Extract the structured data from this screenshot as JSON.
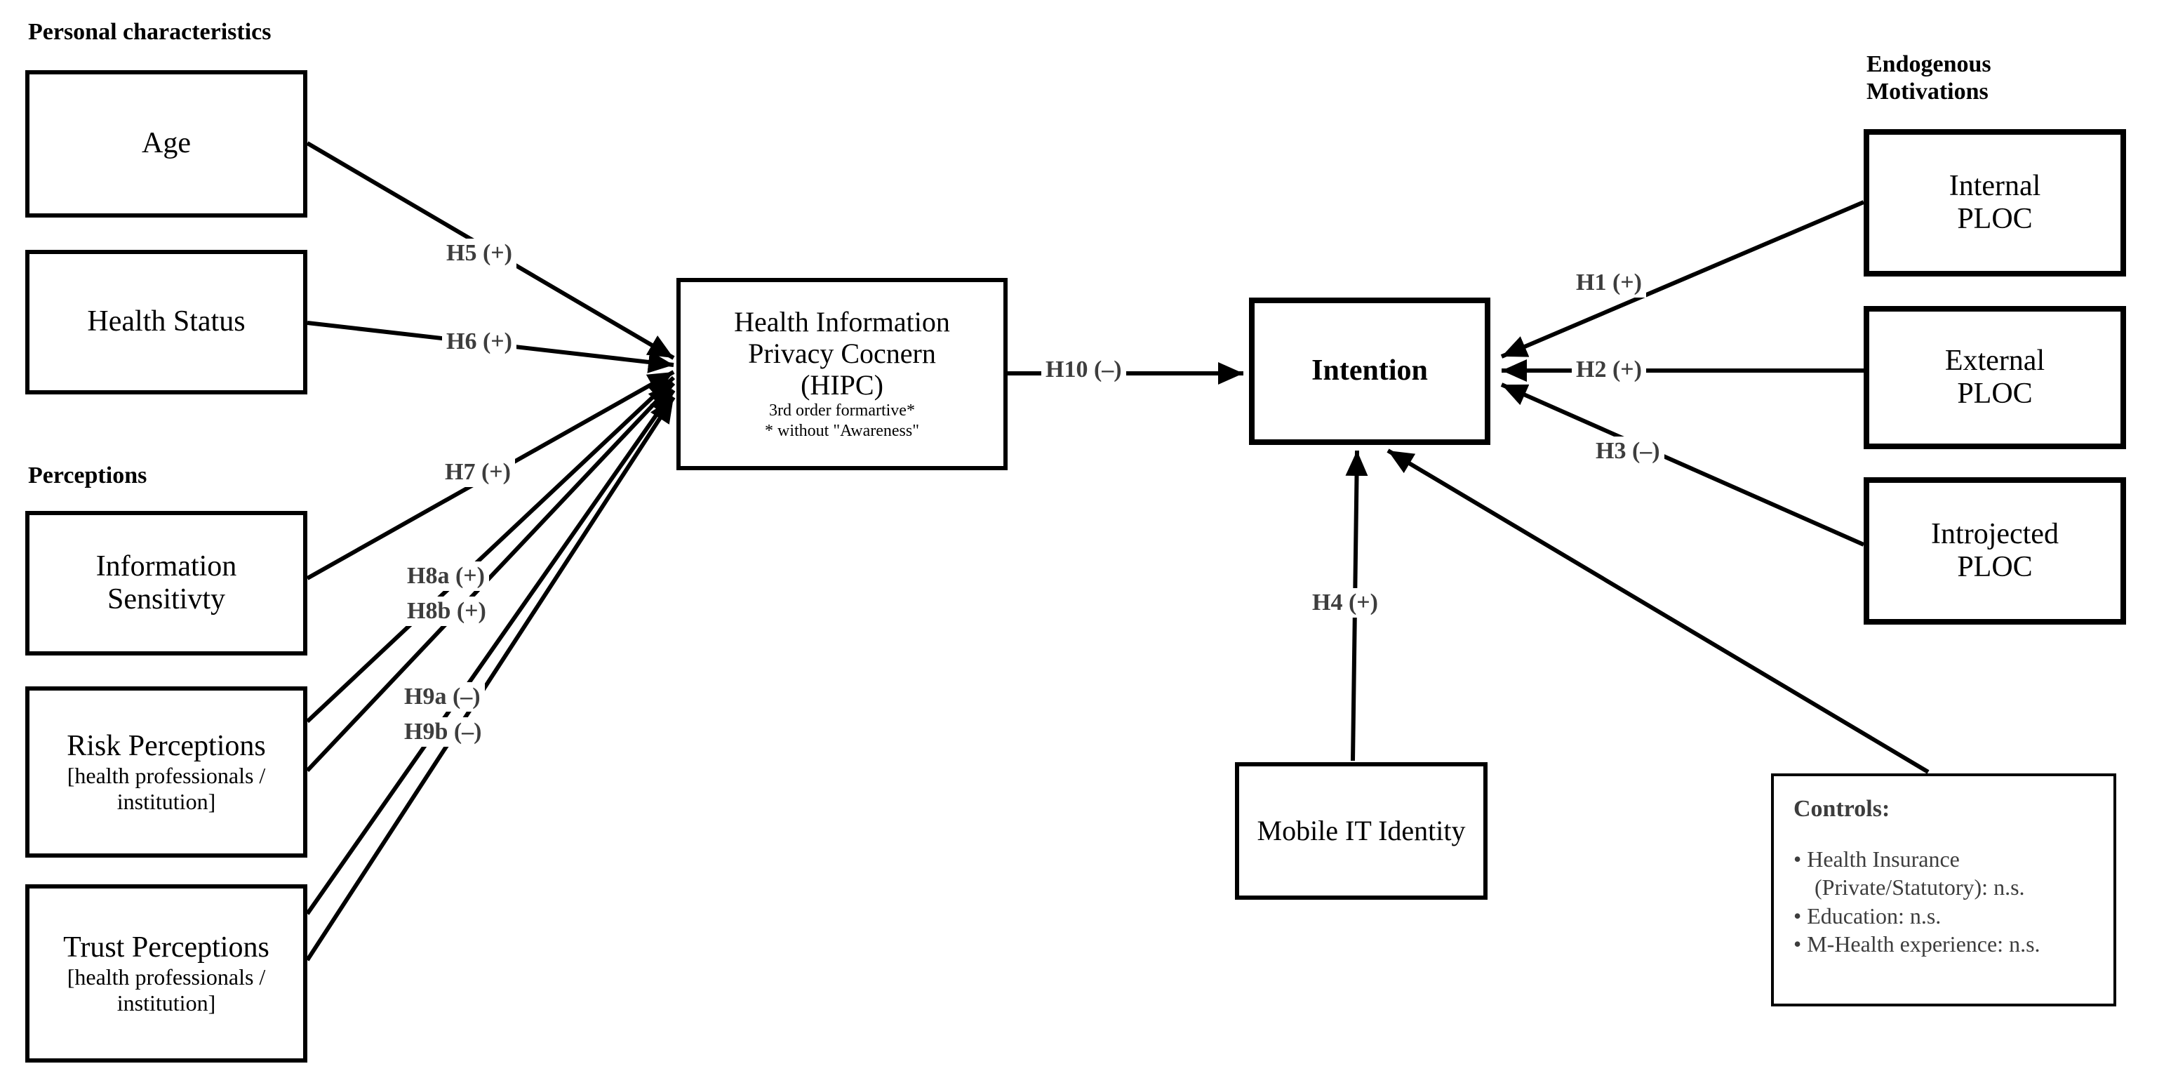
{
  "diagram": {
    "sections": {
      "personal_characteristics": "Personal characteristics",
      "perceptions": "Perceptions",
      "endogenous_motivations": {
        "line1": "Endogenous",
        "line2": "Motivations"
      }
    },
    "nodes": {
      "age": {
        "label": "Age"
      },
      "health_status": {
        "label": "Health Status"
      },
      "information_sensitivity": {
        "line1": "Information",
        "line2": "Sensitivty"
      },
      "risk_perceptions": {
        "title": "Risk Perceptions",
        "subtitle_line1": "[health professionals /",
        "subtitle_line2": "institution]"
      },
      "trust_perceptions": {
        "title": "Trust Perceptions",
        "subtitle_line1": "[health professionals /",
        "subtitle_line2": "institution]"
      },
      "hipc": {
        "line1": "Health Information",
        "line2": "Privacy Cocnern",
        "line3": "(HIPC)",
        "note_line1": "3rd order formartive*",
        "note_line2": "* without \"Awareness\""
      },
      "intention": {
        "label": "Intention"
      },
      "mobile_it_identity": {
        "label": "Mobile IT Identity"
      },
      "internal_ploc": {
        "line1": "Internal",
        "line2": "PLOC"
      },
      "external_ploc": {
        "line1": "External",
        "line2": "PLOC"
      },
      "introjected_ploc": {
        "line1": "Introjected",
        "line2": "PLOC"
      },
      "controls": {
        "heading": "Controls:",
        "bullets": [
          "Health Insurance (Private/Statutory): n.s.",
          "Education: n.s.",
          "M-Health experience: n.s."
        ]
      }
    },
    "hypothesis_labels": {
      "h1": "H1 (+)",
      "h2": "H2 (+)",
      "h3": "H3 (–)",
      "h4": "H4 (+)",
      "h5": "H5 (+)",
      "h6": "H6 (+)",
      "h7": "H7 (+)",
      "h8a": "H8a (+)",
      "h8b": "H8b (+)",
      "h9a": "H9a (–)",
      "h9b": "H9b (–)",
      "h10": "H10 (–)"
    },
    "colors": {
      "background": "#ffffff",
      "line": "#000000",
      "box_border": "#000000",
      "box_text": "#000000",
      "hypothesis_text": "#3d3d3d"
    }
  }
}
